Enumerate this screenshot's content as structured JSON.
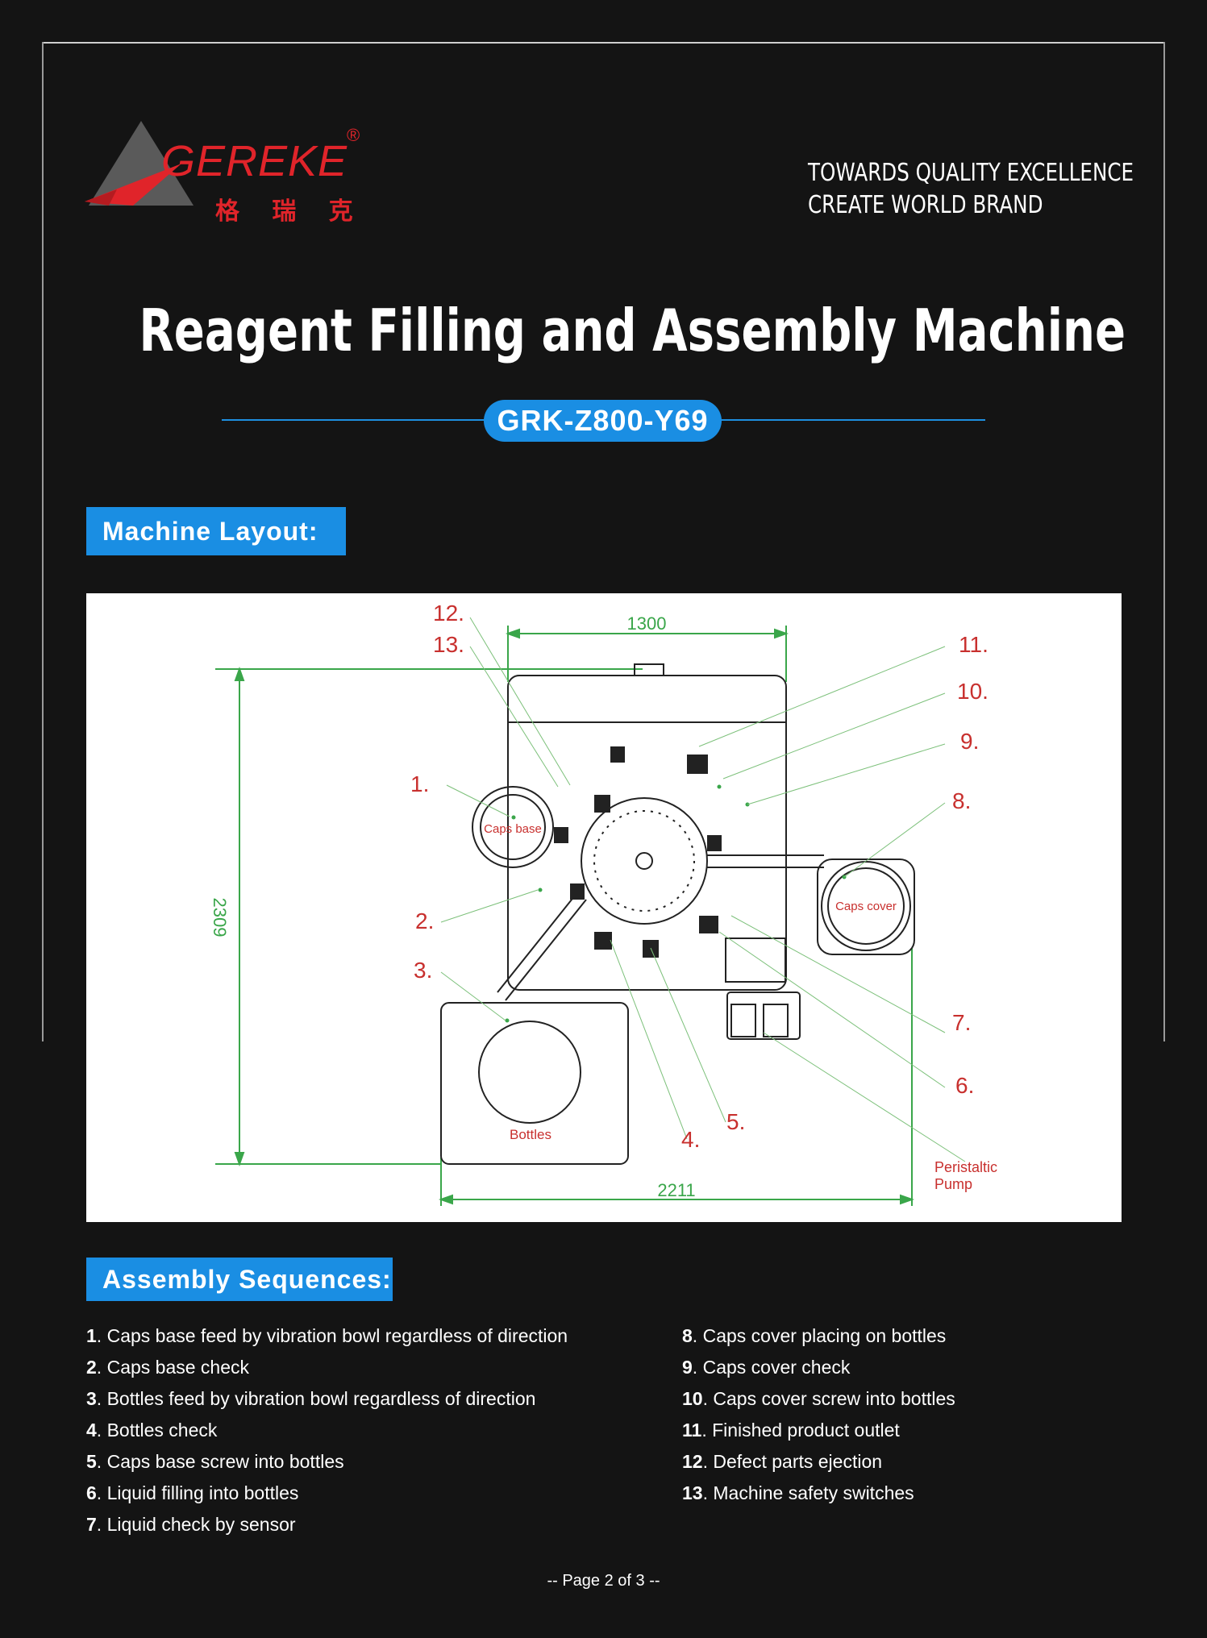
{
  "brand": {
    "name": "GEREKE",
    "name_cn": "格 瑞 克",
    "registered": "®",
    "slogan_line1": "TOWARDS QUALITY EXCELLENCE",
    "slogan_line2": "CREATE WORLD BRAND"
  },
  "title": "Reagent Filling and Assembly Machine",
  "model": "GRK-Z800-Y69",
  "layout_section": {
    "heading": "Machine Layout:",
    "dimensions": {
      "width_top": "1300",
      "height_left": "2309",
      "width_bottom": "2211"
    },
    "components": {
      "caps_base": "Caps base",
      "caps_cover": "Caps cover",
      "bottles": "Bottles",
      "pump_line1": "Peristaltic",
      "pump_line2": "Pump"
    },
    "callouts": [
      "1.",
      "2.",
      "3.",
      "4.",
      "5.",
      "6.",
      "7.",
      "8.",
      "9.",
      "10.",
      "11.",
      "12.",
      "13."
    ]
  },
  "assembly_section": {
    "heading": "Assembly Sequences:",
    "steps": [
      {
        "num": "1",
        "text": "Caps base feed by vibration bowl regardless of direction"
      },
      {
        "num": "2",
        "text": "Caps base check"
      },
      {
        "num": "3",
        "text": "Bottles feed by vibration bowl regardless of direction"
      },
      {
        "num": "4",
        "text": "Bottles check"
      },
      {
        "num": "5",
        "text": "Caps base screw into bottles"
      },
      {
        "num": "6",
        "text": "Liquid filling into bottles"
      },
      {
        "num": "7",
        "text": "Liquid check by sensor"
      },
      {
        "num": "8",
        "text": "Caps cover placing on bottles"
      },
      {
        "num": "9",
        "text": "Caps cover check"
      },
      {
        "num": "10",
        "text": "Caps cover screw into bottles"
      },
      {
        "num": "11",
        "text": "Finished product outlet"
      },
      {
        "num": "12",
        "text": "Defect parts ejection"
      },
      {
        "num": "13",
        "text": "Machine safety switches"
      }
    ]
  },
  "footer": "-- Page 2 of 3 --",
  "colors": {
    "accent_blue": "#1a8ee3",
    "brand_red": "#e0242a",
    "dimension_green": "#3aa64a",
    "callout_red": "#c8302e"
  }
}
